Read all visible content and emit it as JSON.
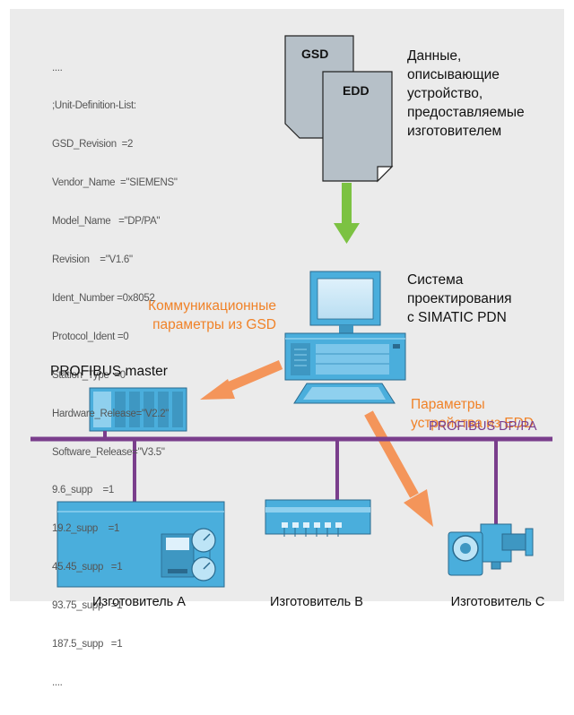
{
  "code_listing": [
    "....",
    ";Unit-Definition-List:",
    "GSD_Revision  =2",
    "Vendor_Name  =\"SIEMENS\"",
    "Model_Name   =\"DP/PA\"",
    "Revision    =\"V1.6\"",
    "Ident_Number =0x8052",
    "Protocol_Ident =0",
    "Station_Type  =0",
    "Hardware_Release=\"V2.2\"",
    "Software_Release=\"V3.5\"",
    "9.6_supp    =1",
    "19.2_supp    =1",
    "45.45_supp   =1",
    "93.75_supp   =1",
    "187.5_supp   =1",
    "...."
  ],
  "documents": {
    "gsd": "GSD",
    "edd": "EDD"
  },
  "device_data_label": [
    "Данные,",
    "описывающие",
    "устройство,",
    "предоставляемые",
    "изготовителем"
  ],
  "engineering_system_label": [
    "Система",
    "проектирования",
    "с SIMATIC PDN"
  ],
  "comm_params_label": [
    "Коммуникационные",
    "параметры из GSD"
  ],
  "master_label": "PROFIBUS master",
  "device_params_label": [
    "Параметры",
    "устройства из EDD"
  ],
  "bus_label": "PROFIBUS DP/PA",
  "manufacturers": {
    "a": "Изготовитель A",
    "b": "Изготовитель B",
    "c": "Изготовитель C"
  },
  "colors": {
    "background": "#ebebeb",
    "device_blue": "#4aaedc",
    "arrow_green": "#7cc242",
    "arrow_orange": "#f4955a",
    "bus_purple": "#7a3e8c",
    "document_gray": "#b6c0c8"
  }
}
